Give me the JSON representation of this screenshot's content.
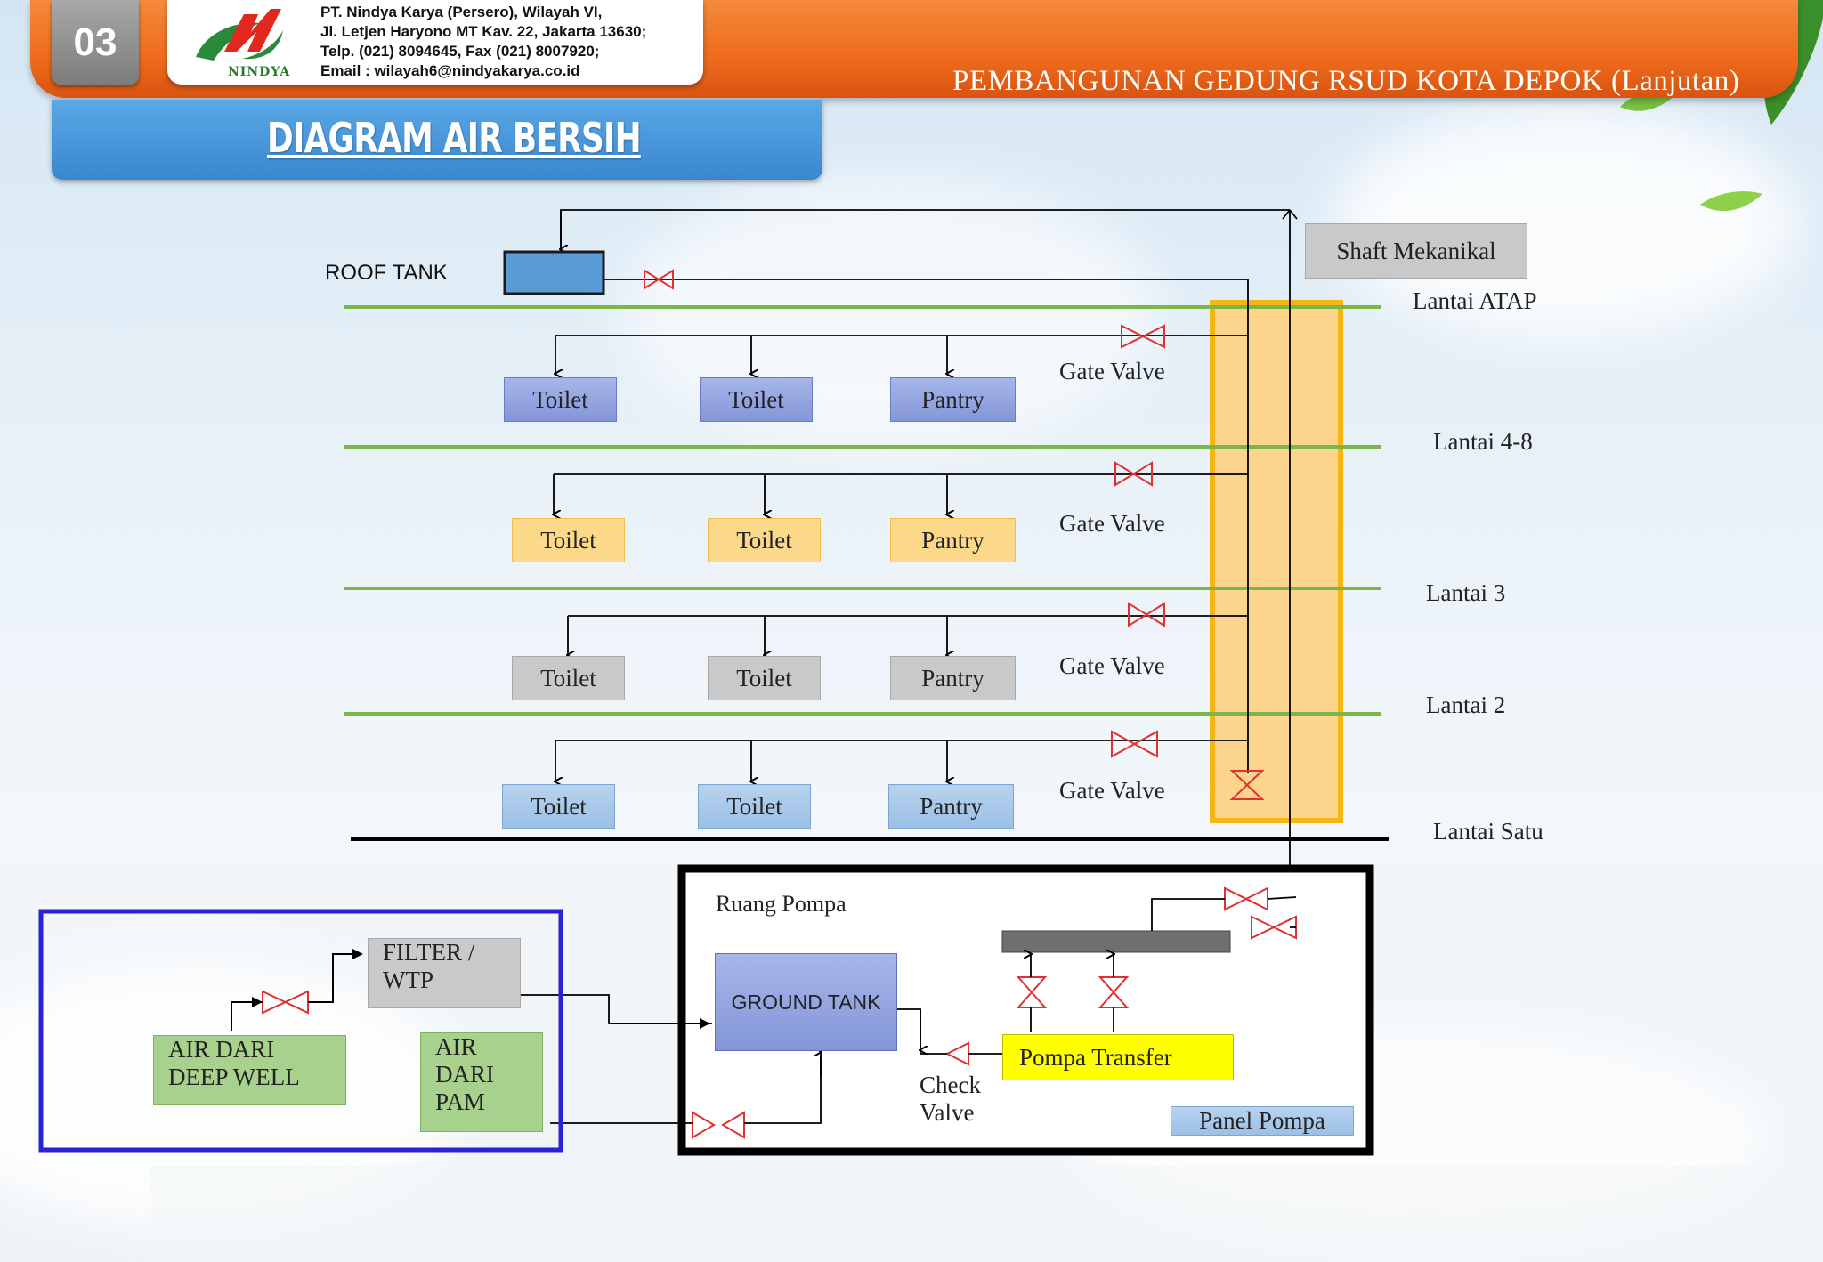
{
  "header": {
    "slide_number": "03",
    "company_lines": [
      "PT. Nindya Karya (Persero), Wilayah VI,",
      "Jl. Letjen Haryono MT Kav. 22, Jakarta 13630;",
      "Telp. (021) 8094645, Fax (021) 8007920;",
      "Email : wilayah6@nindyakarya.co.id"
    ],
    "logo_text": "NINDYA",
    "project_title": "PEMBANGUNAN GEDUNG RSUD KOTA DEPOK (Lanjutan)"
  },
  "title": "DIAGRAM AIR BERSIH",
  "diagram": {
    "roof_tank_label": "ROOF TANK",
    "shaft_label": "Shaft Mekanikal",
    "floor_labels": [
      "Lantai ATAP",
      "Lantai  4-8",
      "Lantai  3",
      "Lantai  2",
      "Lantai  Satu"
    ],
    "gate_valve_label": "Gate Valve",
    "rows": [
      {
        "items": [
          "Toilet",
          "Toilet",
          "Pantry"
        ]
      },
      {
        "items": [
          "Toilet",
          "Toilet",
          "Pantry"
        ]
      },
      {
        "items": [
          "Toilet",
          "Toilet",
          "Pantry"
        ]
      },
      {
        "items": [
          "Toilet",
          "Toilet",
          "Pantry"
        ]
      }
    ],
    "pump_room": {
      "title": "Ruang Pompa",
      "ground_tank": "GROUND TANK",
      "pump_transfer": "Pompa Transfer",
      "panel": "Panel Pompa",
      "check_valve_lines": [
        "Check",
        "Valve"
      ]
    },
    "source": {
      "filter_lines": [
        "FILTER  /",
        "WTP"
      ],
      "deep_well_lines": [
        "AIR DARI",
        "DEEP WELL"
      ],
      "pam_lines": [
        "AIR",
        "DARI",
        "PAM"
      ]
    }
  }
}
